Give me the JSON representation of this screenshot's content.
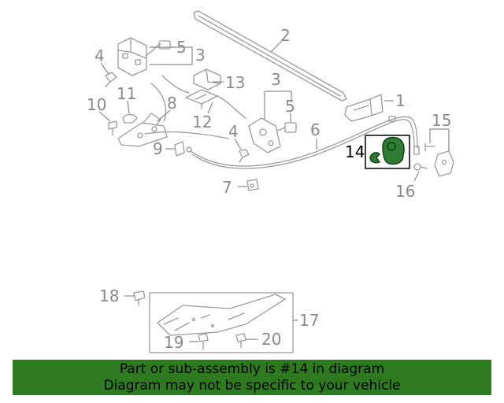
{
  "callouts": {
    "c1": "1",
    "c2": "2",
    "c3a": "3",
    "c3b": "3",
    "c4a": "4",
    "c4b": "4",
    "c5a": "5",
    "c5b": "5",
    "c6": "6",
    "c7": "7",
    "c8": "8",
    "c9": "9",
    "c10": "10",
    "c11": "11",
    "c12": "12",
    "c13": "13",
    "c14": "14",
    "c15": "15",
    "c16": "16",
    "c17": "17",
    "c18": "18",
    "c19": "19",
    "c20": "20"
  },
  "highlight": {
    "part_number": "14",
    "color": "#2e7d32"
  },
  "banner": {
    "line1": "Part or sub-assembly is #14 in diagram",
    "line2": "Diagram may not be specific to your vehicle",
    "color": "#2d7a1f"
  }
}
